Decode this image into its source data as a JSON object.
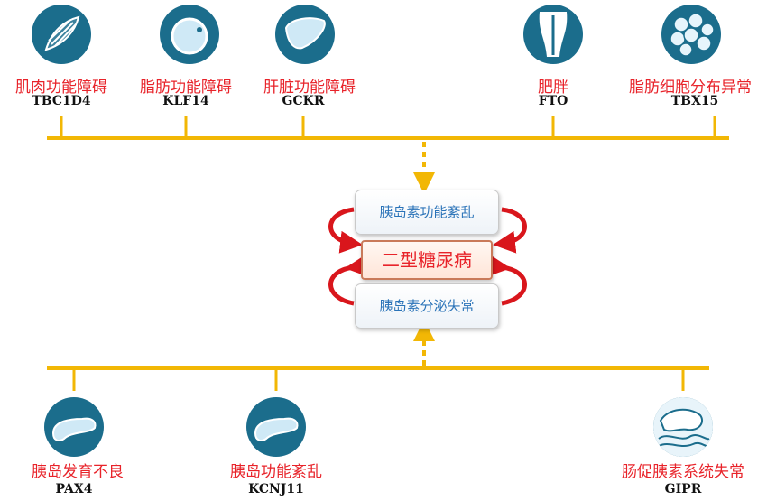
{
  "colors": {
    "accent_line": "#f2b705",
    "icon_bg": "#1b6d8c",
    "label_red": "#e8232a",
    "box_text_blue": "#2a73b8",
    "arrow_red": "#d9161c"
  },
  "top_factors": [
    {
      "label": "肌肉功能障碍",
      "gene": "TBC1D4",
      "icon": "muscle-icon"
    },
    {
      "label": "脂肪功能障碍",
      "gene": "KLF14",
      "icon": "fat-cell-icon"
    },
    {
      "label": "肝脏功能障碍",
      "gene": "GCKR",
      "icon": "liver-icon"
    },
    {
      "label": "肥胖",
      "gene": "FTO",
      "icon": "waist-icon"
    },
    {
      "label": "脂肪细胞分布异常",
      "gene": "TBX15",
      "icon": "fat-cells-cluster-icon"
    }
  ],
  "center": {
    "top_box": "胰岛素功能紊乱",
    "main_box": "二型糖尿病",
    "bottom_box": "胰岛素分泌失常"
  },
  "bottom_factors": [
    {
      "label": "胰岛发育不良",
      "gene": "PAX4",
      "icon": "pancreas-icon"
    },
    {
      "label": "胰岛功能紊乱",
      "gene": "KCNJ11",
      "icon": "pancreas-icon"
    },
    {
      "label": "肠促胰素系统失常",
      "gene": "GIPR",
      "icon": "intestine-icon"
    }
  ]
}
